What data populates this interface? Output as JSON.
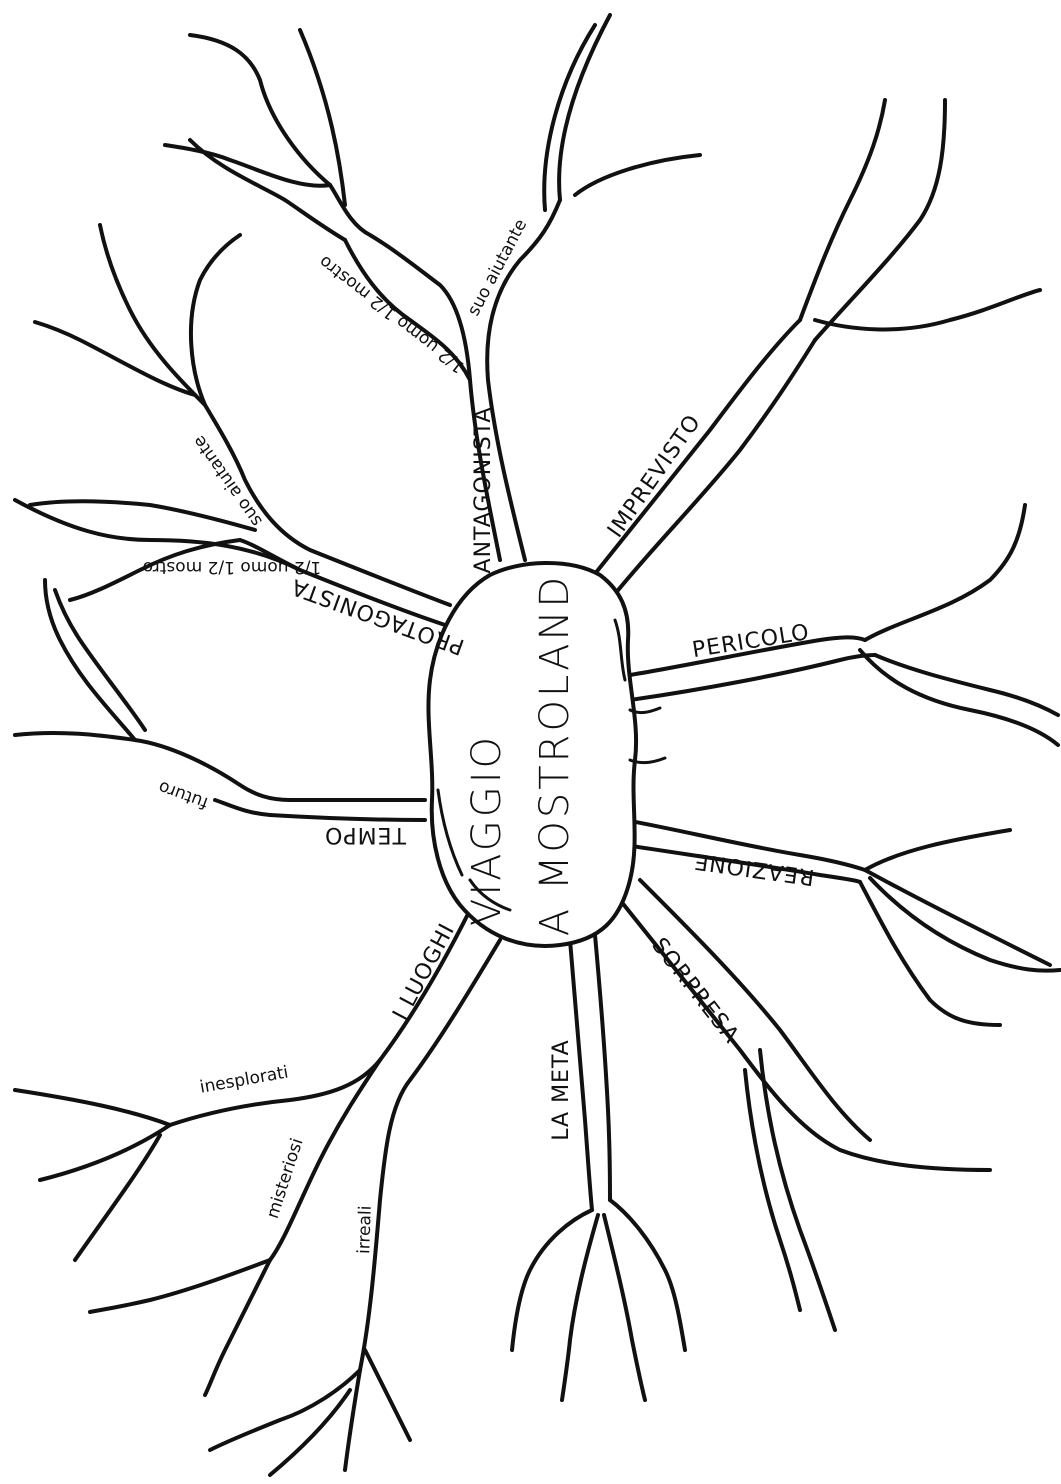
{
  "center": {
    "line1": "VIAGGIO",
    "line2": "A MOSTROLAND"
  },
  "branches": {
    "antagonista": "ANTAGONISTA",
    "protagonista": "PROTAGONISTA",
    "tempo": "TEMPO",
    "luoghi": "I LUOGHI",
    "meta": "LA META",
    "sorpresa": "SORPRESA",
    "reazione": "REAZIONE",
    "pericolo": "PERICOLO",
    "imprevisto": "IMPREVISTO"
  },
  "sub_labels": {
    "antagonista_helper": "suo aiutante",
    "antagonista_half": "1/2 uomo 1/2 mostro",
    "protagonista_helper": "suo aiutante",
    "protagonista_half": "1/2 uomo 1/2 mostro",
    "tempo_future": "futuro",
    "luoghi_unexplored": "inesplorati",
    "luoghi_mysterious": "misteriosi",
    "luoghi_unreal": "irreali"
  },
  "colors": {
    "ink": "#111111",
    "paper": "#ffffff"
  }
}
